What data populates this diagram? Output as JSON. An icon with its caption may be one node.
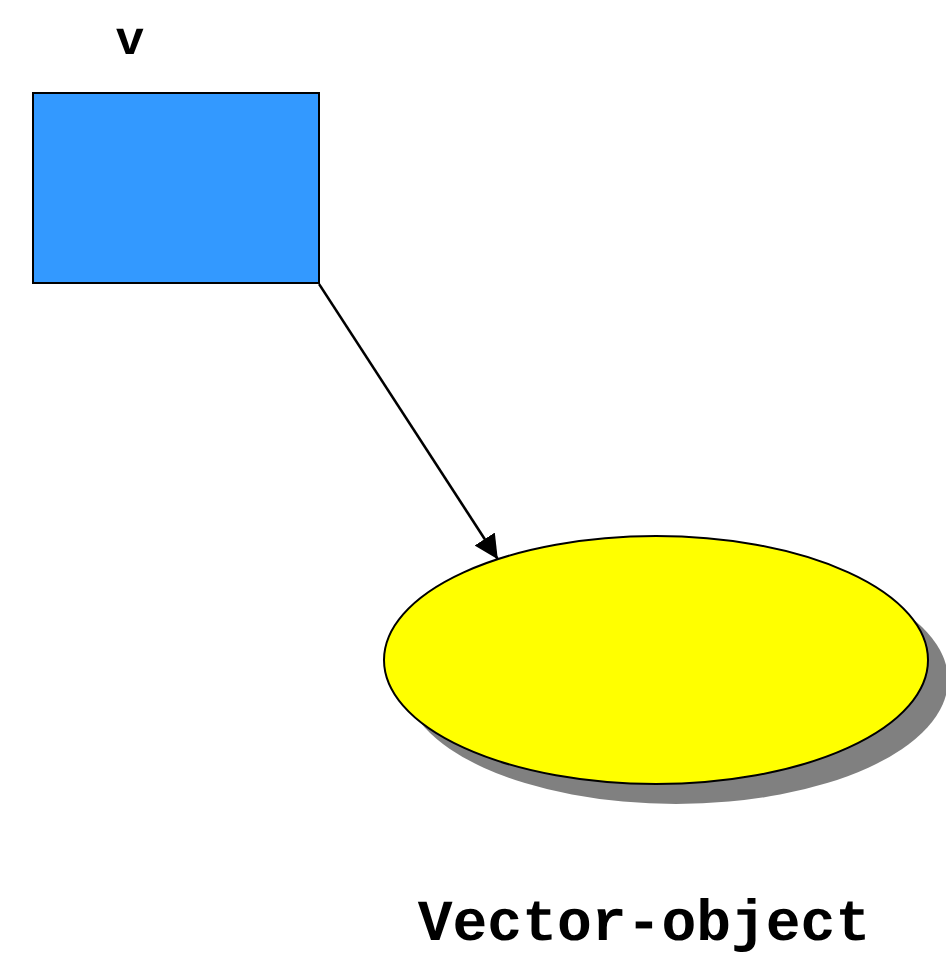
{
  "diagram": {
    "nodes": [
      {
        "text": [
          "v"
        ]
      },
      {
        "text": [
          "Vector-object"
        ]
      }
    ],
    "edges": [
      {
        "from": 0,
        "to": 1,
        "arrow": "to"
      }
    ]
  }
}
